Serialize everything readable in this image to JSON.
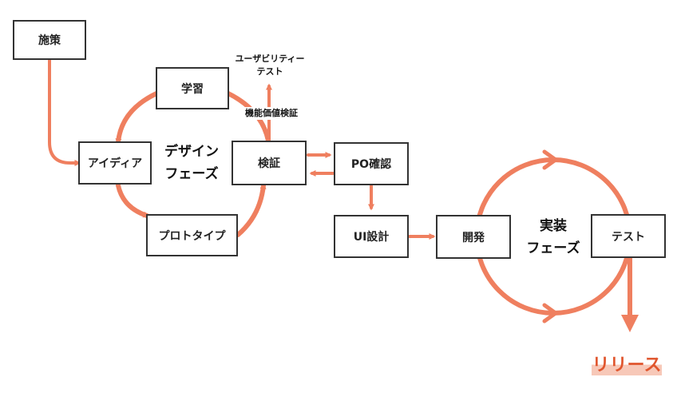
{
  "colors": {
    "arrow": "#EF7F5F",
    "box_border": "#333333",
    "release_text": "#E0562E",
    "release_highlight": "#F7C8B8"
  },
  "boxes": {
    "policy": "施策",
    "learning": "学習",
    "idea": "アイディア",
    "verification": "検証",
    "prototype": "プロトタイプ",
    "po_check": "PO確認",
    "ui_design": "UI設計",
    "development": "開発",
    "test": "テスト"
  },
  "labels": {
    "design_phase_line1": "デザイン",
    "design_phase_line2": "フェーズ",
    "impl_phase_line1": "実装",
    "impl_phase_line2": "フェーズ",
    "usability_line1": "ユーザビリティー",
    "usability_line2": "テスト",
    "value_verification": "機能価値検証",
    "release": "リリース"
  }
}
